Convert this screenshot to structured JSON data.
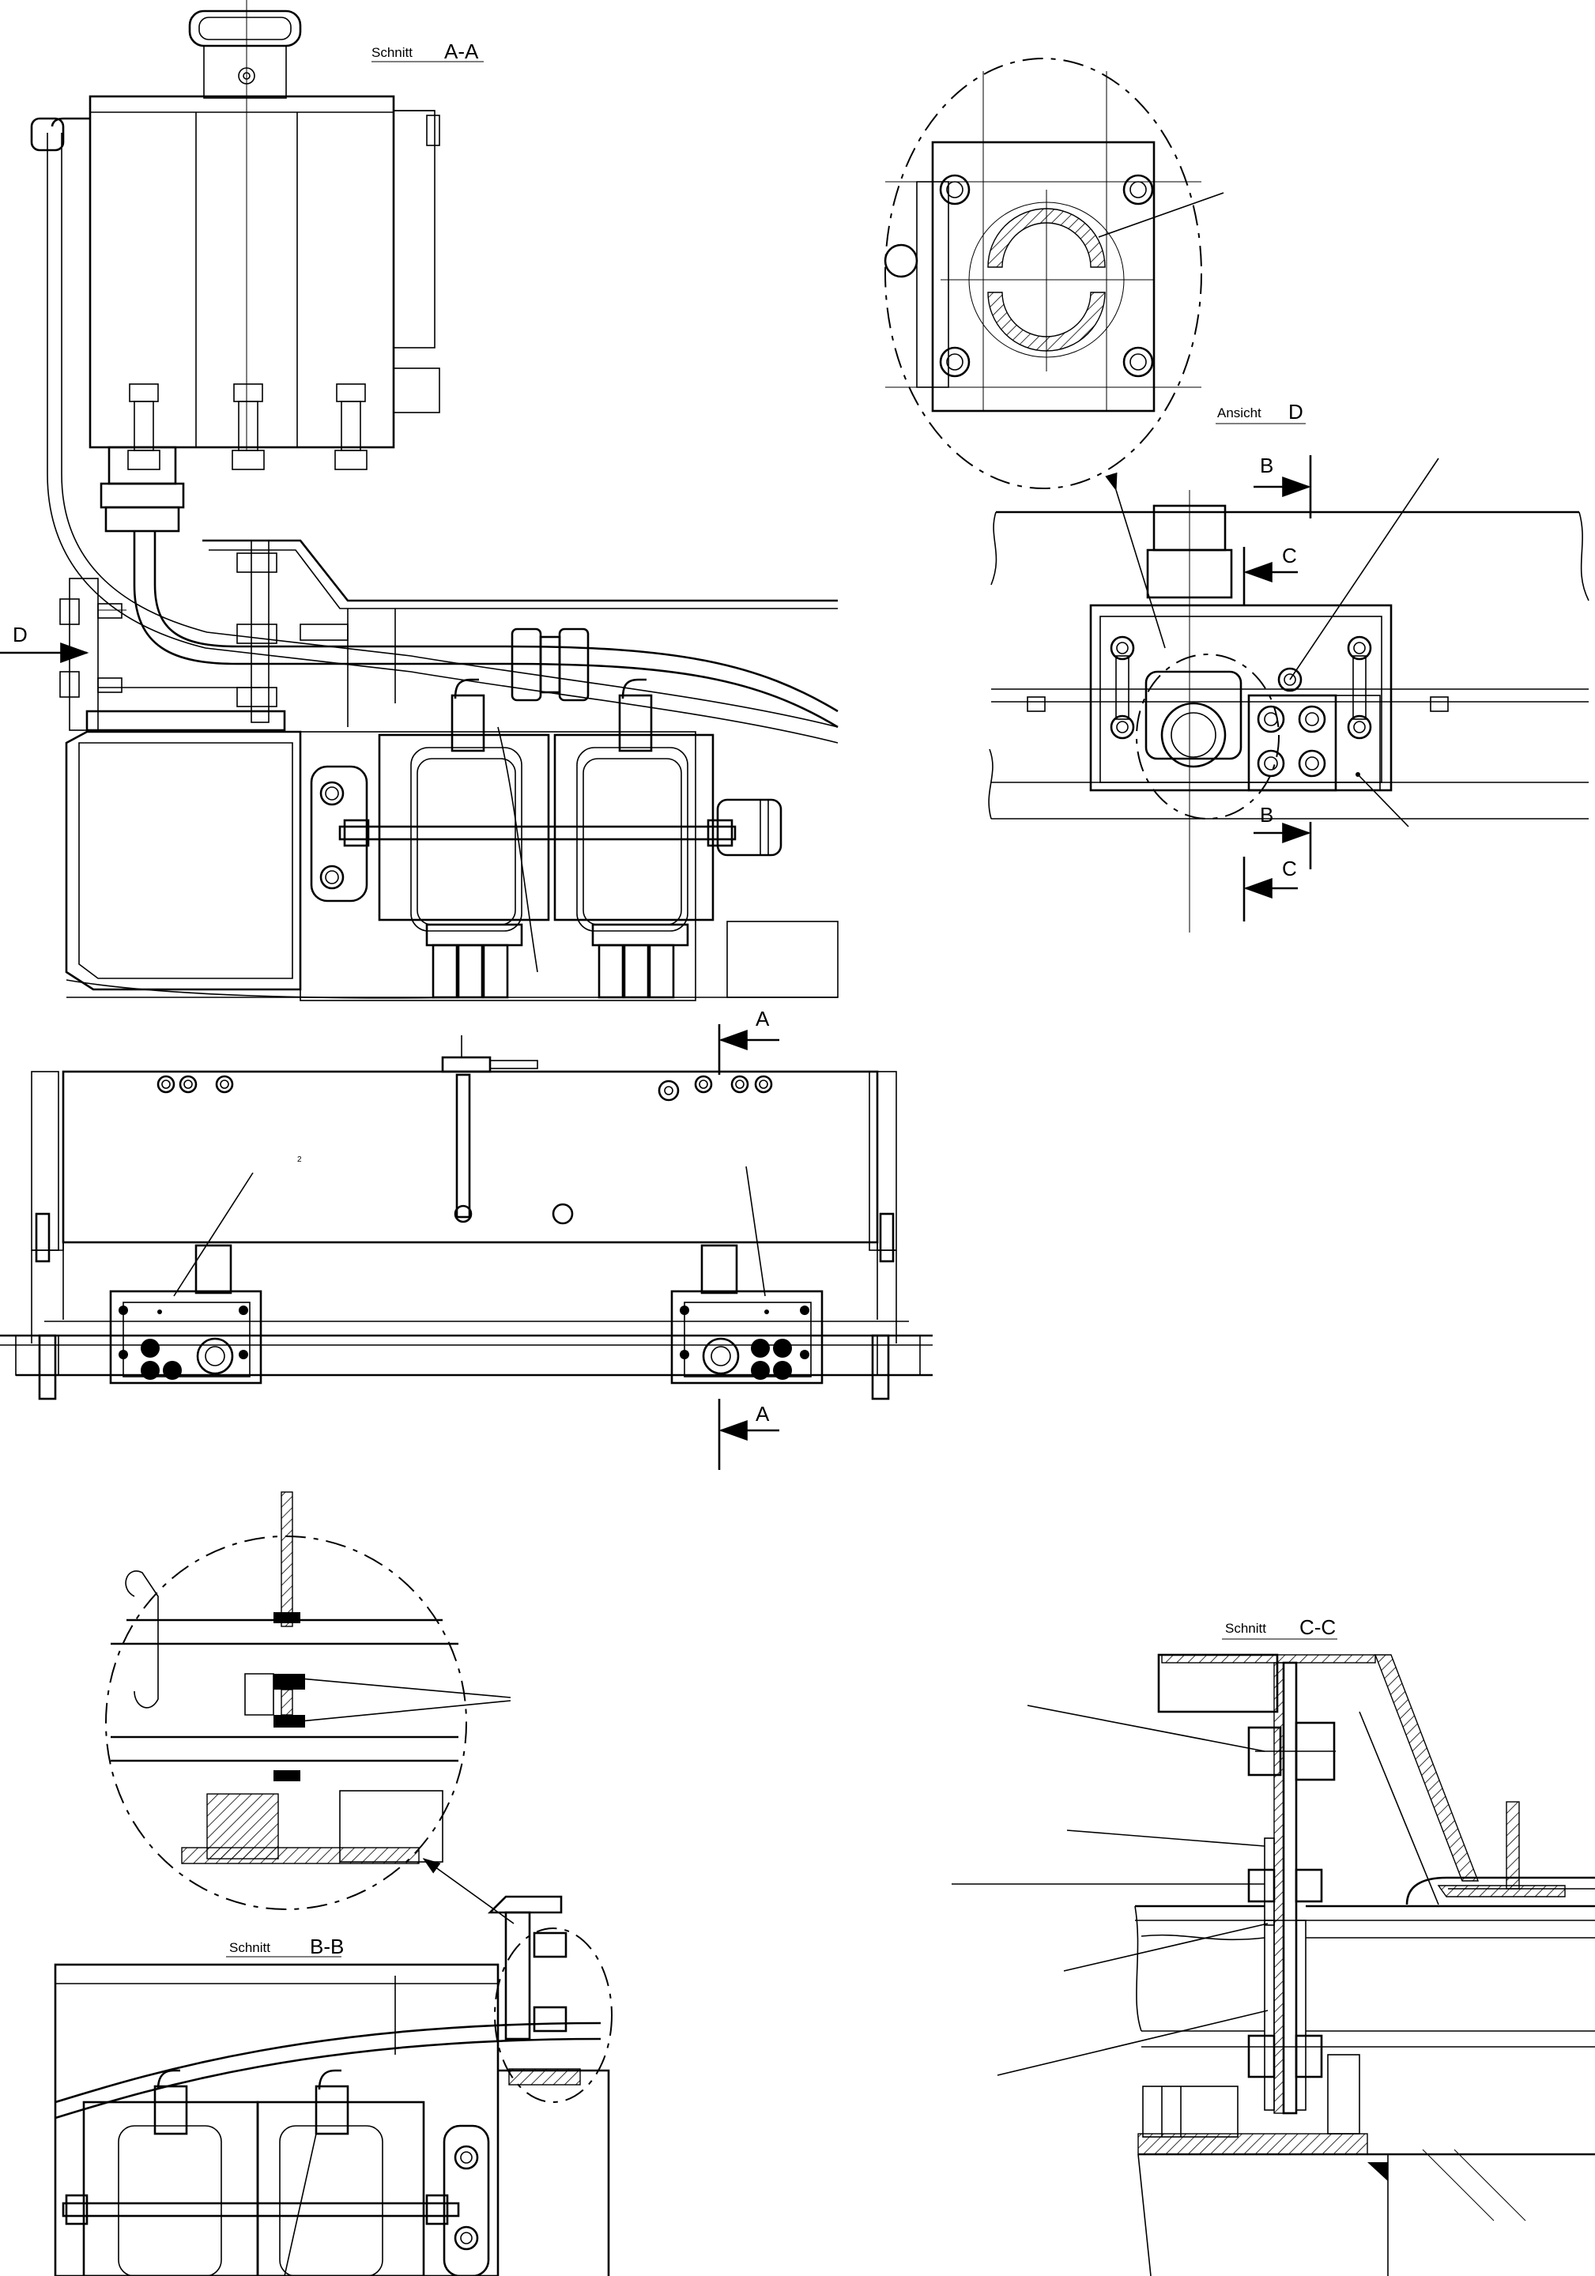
{
  "drawing": {
    "views": {
      "section_aa": {
        "word": "Schnitt",
        "letter": "A-A"
      },
      "view_d": {
        "word": "Ansicht",
        "letter": "D"
      },
      "section_bb": {
        "word": "Schnitt",
        "letter": "B-B"
      },
      "section_cc": {
        "word": "Schnitt",
        "letter": "C-C"
      }
    },
    "cut_markers": {
      "d": "D",
      "a_top": "A",
      "a_bottom": "A",
      "b_top": "B",
      "b_bottom": "B",
      "c_top": "C",
      "c_bottom": "C"
    },
    "part_number": "2"
  }
}
